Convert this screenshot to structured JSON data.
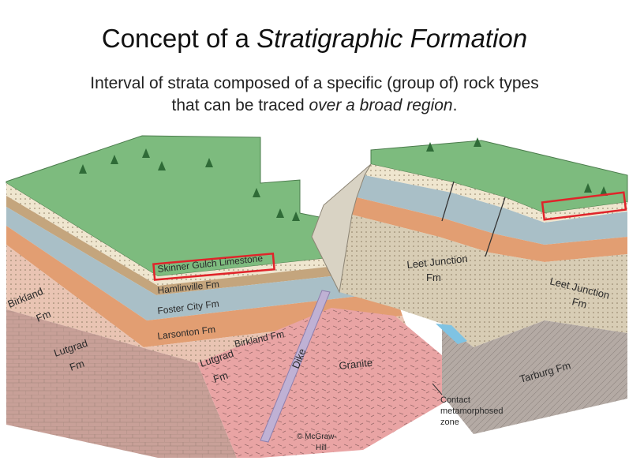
{
  "slide": {
    "title_plain": "Concept of a ",
    "title_italic": "Stratigraphic Formation",
    "subtitle_line1": "Interval of strata composed of a specific (group of) rock types",
    "subtitle_line2_plain": "that can be traced ",
    "subtitle_line2_italic": "over a broad region",
    "subtitle_line2_end": "."
  },
  "diagram": {
    "labels": {
      "skinner": "Skinner Gulch Limestone",
      "hamlinville": "Hamlinville Fm",
      "foster": "Foster City Fm",
      "larsonton": "Larsonton Fm",
      "birkland_mid": "Birkland Fm",
      "birkland_left_1": "Birkland",
      "birkland_left_2": "Fm",
      "lutgrad_left_1": "Lutgrad",
      "lutgrad_left_2": "Fm",
      "lutgrad_mid_1": "Lutgrad",
      "lutgrad_mid_2": "Fm",
      "dike": "Dike",
      "granite": "Granite",
      "leet_mid_1": "Leet Junction",
      "leet_mid_2": "Fm",
      "leet_right_1": "Leet Junction",
      "leet_right_2": "Fm",
      "tarburg": "Tarburg Fm",
      "contact_1": "Contact",
      "contact_2": "metamorphosed",
      "contact_3": "zone",
      "credit_1": "© McGraw-",
      "credit_2": "Hill"
    },
    "colors": {
      "grass": "#7dbb7e",
      "highlight": "#e0242a",
      "sandstone": "#efe6cf",
      "shale_blue": "#a9bfc7",
      "siltstone": "#c4a57d",
      "orange": "#e29e72",
      "birkland": "#e9c4b3",
      "lutgrad": "#c8a098",
      "granite": "#e9a4a4",
      "leet": "#d8cdb5",
      "tarburg": "#b4aaa4",
      "dike": "#bfb1d4",
      "water": "#7fc3e3"
    }
  }
}
